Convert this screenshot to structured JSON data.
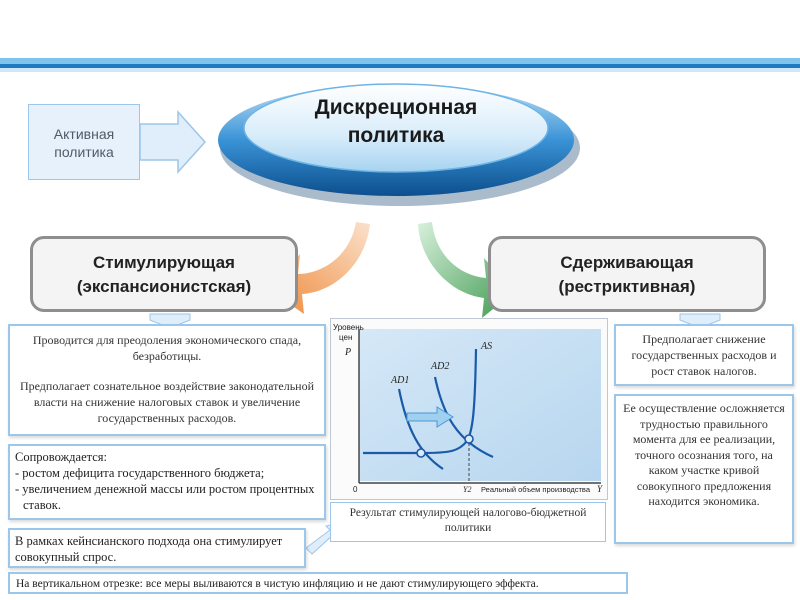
{
  "header": {
    "stripe_colors": [
      "#7fc4ec",
      "#1e78c2",
      "#8fc9ec"
    ]
  },
  "title": {
    "line1": "Дискреционная",
    "line2": "политика"
  },
  "active_policy": {
    "line1": "Активная",
    "line2": "политика"
  },
  "stimulating": {
    "line1": "Стимулирующая",
    "line2": "(экспансионистская)"
  },
  "restraining": {
    "line1": "Сдерживающая",
    "line2": "(рестриктивная)"
  },
  "left_text": {
    "p1": "Проводится для преодоления экономического спада, безработицы.",
    "p2": "Предполагает сознательное воздействие законодательной власти на снижение налоговых ставок и увеличение государственных расходов."
  },
  "accompanied": {
    "line1": "Сопровождается:",
    "line2": "- ростом дефицита государственного бюджета;",
    "line3": "- увеличением денежной массы или ростом процентных ставок."
  },
  "keynes_text": "В рамках кейнсианского подхода она стимулирует совокупный спрос.",
  "result_caption": "Результат стимулирующей налогово-бюджетной политики",
  "right_text1": "Предполагает снижение государственных расходов и рост ставок налогов.",
  "right_text2": "Ее осуществление осложняется трудностью правильного момента для ее реализации, точного осознания того, на каком участке кривой совокупного предложения находится экономика.",
  "footer": "На вертикальном отрезке: все меры выливаются в чистую инфляцию и не дают стимулирующего эффекта.",
  "colors": {
    "orange_arrow": "#ee8a3a",
    "green_arrow": "#4a9e57",
    "title_blue": "#2f7fc8",
    "box_border": "#8fbfe8"
  },
  "chart_data": {
    "type": "line",
    "ylabel_line1": "Уровень",
    "ylabel_line2": "цен",
    "y_symbol": "P",
    "xlabel": "Реальный объем производства",
    "x_symbol": "Y",
    "origin_label": "0",
    "y2_label": "Y2",
    "series": [
      {
        "name": "AD1"
      },
      {
        "name": "AD2"
      },
      {
        "name": "AS"
      }
    ]
  }
}
